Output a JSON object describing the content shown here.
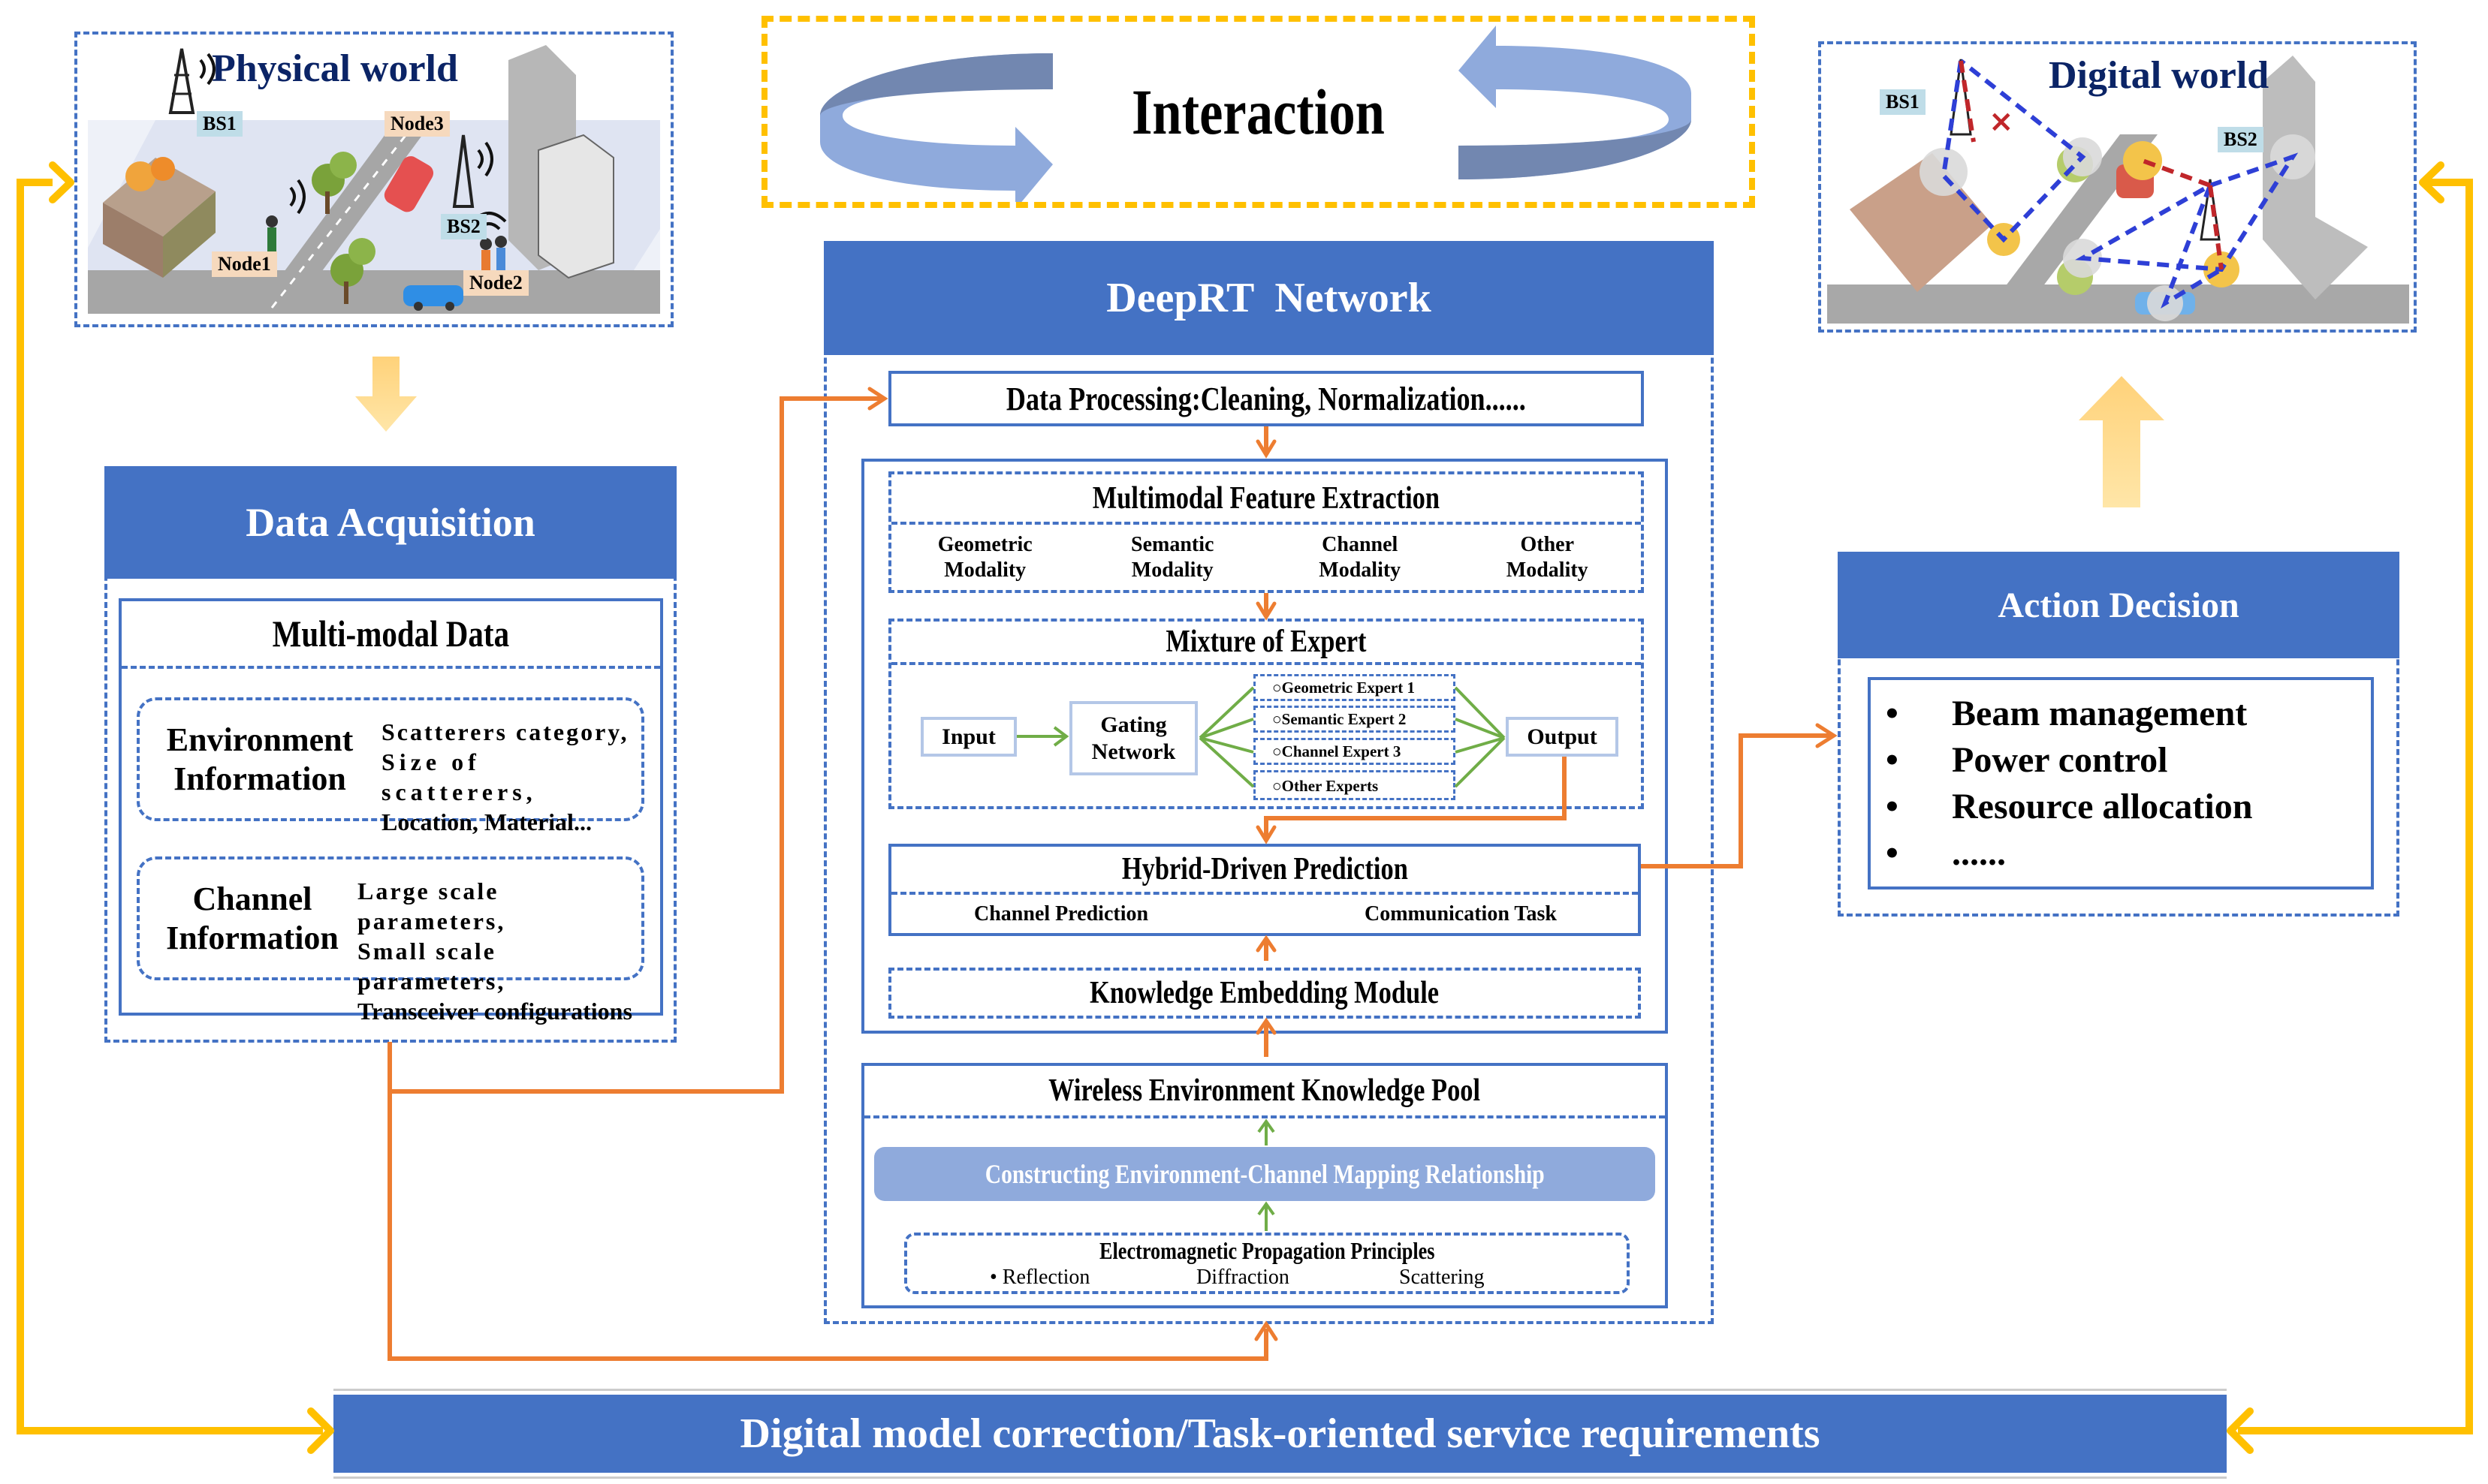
{
  "physical_world": {
    "title": "Physical world",
    "labels": {
      "bs1": "BS1",
      "bs2": "BS2",
      "node1": "Node1",
      "node2": "Node2",
      "node3": "Node3"
    }
  },
  "interaction": {
    "title": "Interaction"
  },
  "digital_world": {
    "title": "Digital world",
    "labels": {
      "bs1": "BS1",
      "bs2": "BS2"
    },
    "blocked_link_mark": "×"
  },
  "data_acquisition": {
    "header": "Data Acquisition",
    "panel_title": "Multi-modal Data",
    "groups": [
      {
        "label_line1": "Environment",
        "label_line2": "Information",
        "details": [
          "Scatterers category,",
          "Size of scatterers,",
          "Location, Material..."
        ]
      },
      {
        "label_line1": "Channel",
        "label_line2": "Information",
        "details": [
          "Large scale parameters,",
          "Small scale parameters,",
          "Transceiver configurations"
        ]
      }
    ]
  },
  "deeprt": {
    "header": "DeepRT  Network",
    "data_processing": "Data Processing:Cleaning, Normalization......",
    "feature_extraction": {
      "title": "Multimodal Feature Extraction",
      "modalities": [
        {
          "line1": "Geometric",
          "line2": "Modality"
        },
        {
          "line1": "Semantic",
          "line2": "Modality"
        },
        {
          "line1": "Channel",
          "line2": "Modality"
        },
        {
          "line1": "Other",
          "line2": "Modality"
        }
      ]
    },
    "moe": {
      "title": "Mixture of Expert",
      "input": "Input",
      "gating_line1": "Gating",
      "gating_line2": "Network",
      "experts": [
        "○Geometric Expert 1",
        "○Semantic Expert 2",
        "○Channel Expert 3",
        "○Other Experts"
      ],
      "output": "Output"
    },
    "hybrid": {
      "title": "Hybrid-Driven Prediction",
      "items": [
        "Channel Prediction",
        "Communication Task"
      ]
    },
    "knowledge_embedding": "Knowledge Embedding Module",
    "knowledge_pool": {
      "title": "Wireless Environment Knowledge Pool",
      "mapping": "Constructing Environment-Channel Mapping Relationship",
      "em_title": "Electromagnetic Propagation Principles",
      "em_items": [
        "• Reflection",
        "Diffraction",
        "Scattering"
      ]
    }
  },
  "action_decision": {
    "header": "Action Decision",
    "items": [
      "Beam management",
      "Power control",
      "Resource allocation",
      "......"
    ],
    "bullet": "•"
  },
  "bottom_bar": {
    "label": "Digital model correction/Task-oriented service requirements"
  },
  "colors": {
    "primary_blue": "#4472c4",
    "light_blue": "#8faadc",
    "orange_flow": "#ed7d31",
    "yellow_loop": "#ffc000",
    "pale_arrow": "#ffd98a",
    "green_flow": "#70ad47",
    "title_navy": "#0b2466"
  }
}
